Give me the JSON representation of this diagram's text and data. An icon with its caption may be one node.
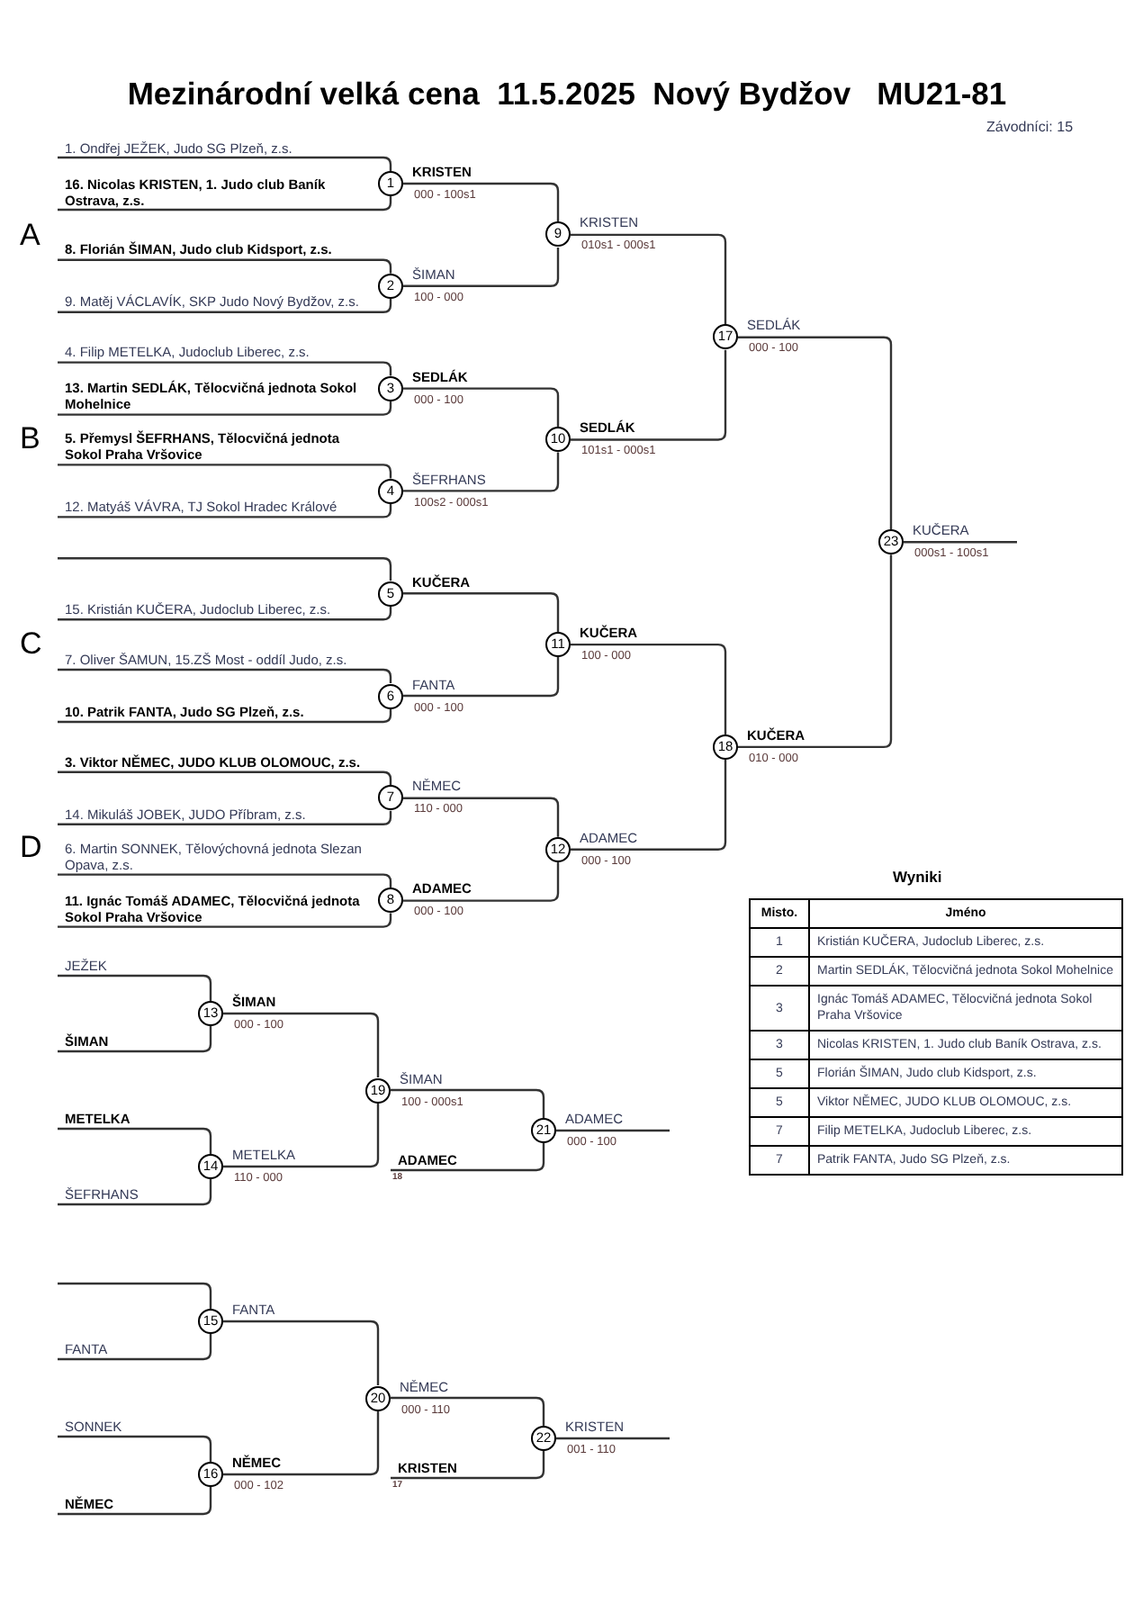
{
  "diagram": {
    "title": "Mezinárodní velká cena  11.5.2025  Nový Bydžov   MU21-81",
    "nodes": [
      {
        "text": [
          "1. Ondřej JEŽEK, Judo SG Plzeň, z.s."
        ]
      },
      {
        "text": [
          "16. Nicolas KRISTEN, 1. Judo club Baník Ostrava, z.s."
        ]
      },
      {
        "text": [
          "8. Florián ŠIMAN, Judo club Kidsport, z.s."
        ]
      },
      {
        "text": [
          "9. Matěj VÁCLAVÍK, SKP Judo Nový Bydžov, z.s."
        ]
      },
      {
        "text": [
          "4. Filip METELKA, Judoclub Liberec, z.s."
        ]
      },
      {
        "text": [
          "13. Martin SEDLÁK, Tělocvičná jednota Sokol Mohelnice"
        ]
      },
      {
        "text": [
          "5. Přemysl ŠEFRHANS, Tělocvičná jednota Sokol Praha Vršovice"
        ]
      },
      {
        "text": [
          "12. Matyáš VÁVRA, TJ Sokol Hradec Králové"
        ]
      },
      {
        "text": [
          "15. Kristián KUČERA, Judoclub Liberec, z.s."
        ]
      },
      {
        "text": [
          "7. Oliver ŠAMUN, 15.ZŠ Most - oddíl Judo, z.s."
        ]
      },
      {
        "text": [
          "10. Patrik FANTA, Judo SG Plzeň, z.s."
        ]
      },
      {
        "text": [
          "3. Viktor NĚMEC, JUDO KLUB OLOMOUC, z.s."
        ]
      },
      {
        "text": [
          "14. Mikuláš JOBEK, JUDO Příbram, z.s."
        ]
      },
      {
        "text": [
          "6. Martin SONNEK, Tělovýchovná jednota Slezan Opava, z.s."
        ]
      },
      {
        "text": [
          "11. Ignác Tomáš ADAMEC, Tělocvičná jednota Sokol Praha Vršovice"
        ]
      },
      {
        "text": [
          "1"
        ],
        "beside": [
          "KRISTEN",
          "000 - 100s1"
        ]
      },
      {
        "text": [
          "2"
        ],
        "beside": [
          "ŠIMAN",
          "100 - 000"
        ]
      },
      {
        "text": [
          "3"
        ],
        "beside": [
          "SEDLÁK",
          "000 - 100"
        ]
      },
      {
        "text": [
          "4"
        ],
        "beside": [
          "ŠEFRHANS",
          "100s2 - 000s1"
        ]
      },
      {
        "text": [
          "5"
        ],
        "beside": [
          "KUČERA"
        ]
      },
      {
        "text": [
          "6"
        ],
        "beside": [
          "FANTA",
          "000 - 100"
        ]
      },
      {
        "text": [
          "7"
        ],
        "beside": [
          "NĚMEC",
          "110 - 000"
        ]
      },
      {
        "text": [
          "8"
        ],
        "beside": [
          "ADAMEC",
          "000 - 100"
        ]
      },
      {
        "text": [
          "9"
        ],
        "beside": [
          "KRISTEN",
          "010s1 - 000s1"
        ]
      },
      {
        "text": [
          "10"
        ],
        "beside": [
          "SEDLÁK",
          "101s1 - 000s1"
        ]
      },
      {
        "text": [
          "11"
        ],
        "beside": [
          "KUČERA",
          "100 - 000"
        ]
      },
      {
        "text": [
          "12"
        ],
        "beside": [
          "ADAMEC",
          "000 - 100"
        ]
      },
      {
        "text": [
          "13"
        ],
        "beside": [
          "ŠIMAN",
          "000 - 100"
        ]
      },
      {
        "text": [
          "14"
        ],
        "beside": [
          "METELKA",
          "110 - 000"
        ]
      },
      {
        "text": [
          "15"
        ],
        "beside": [
          "FANTA"
        ]
      },
      {
        "text": [
          "16"
        ],
        "beside": [
          "NĚMEC",
          "000 - 102"
        ]
      },
      {
        "text": [
          "17"
        ],
        "beside": [
          "SEDLÁK",
          "000 - 100"
        ]
      },
      {
        "text": [
          "18"
        ],
        "beside": [
          "KUČERA",
          "010 - 000"
        ]
      },
      {
        "text": [
          "19"
        ],
        "beside": [
          "ŠIMAN",
          "100 - 000s1"
        ]
      },
      {
        "text": [
          "20"
        ],
        "beside": [
          "NĚMEC",
          "000 - 110"
        ]
      },
      {
        "text": [
          "21"
        ],
        "beside": [
          "ADAMEC",
          "000 - 100"
        ]
      },
      {
        "text": [
          "22"
        ],
        "beside": [
          "KRISTEN",
          "001 - 110"
        ]
      },
      {
        "text": [
          "23"
        ],
        "beside": [
          "KUČERA",
          "000s1 - 100s1"
        ]
      },
      {
        "text": [
          "JEŽEK"
        ]
      },
      {
        "text": [
          "ŠIMAN"
        ]
      },
      {
        "text": [
          "METELKA"
        ]
      },
      {
        "text": [
          "ŠEFRHANS"
        ]
      },
      {
        "text": [
          "ADAMEC"
        ],
        "beside": [
          "18"
        ]
      },
      {
        "text": [
          "FANTA"
        ]
      },
      {
        "text": [
          "SONNEK"
        ]
      },
      {
        "text": [
          "NĚMEC"
        ]
      },
      {
        "text": [
          "KRISTEN"
        ],
        "beside": [
          "17"
        ]
      }
    ],
    "edges": [
      {
        "from": 0,
        "to": 15,
        "arrow": "none"
      },
      {
        "from": 1,
        "to": 15,
        "arrow": "none"
      },
      {
        "from": 2,
        "to": 16,
        "arrow": "none"
      },
      {
        "from": 3,
        "to": 16,
        "arrow": "none"
      },
      {
        "from": 4,
        "to": 17,
        "arrow": "none"
      },
      {
        "from": 5,
        "to": 17,
        "arrow": "none"
      },
      {
        "from": 6,
        "to": 18,
        "arrow": "none"
      },
      {
        "from": 7,
        "to": 18,
        "arrow": "none"
      },
      {
        "from": null,
        "to": 19,
        "arrow": "none"
      },
      {
        "from": 8,
        "to": 19,
        "arrow": "none"
      },
      {
        "from": 9,
        "to": 20,
        "arrow": "none"
      },
      {
        "from": 10,
        "to": 20,
        "arrow": "none"
      },
      {
        "from": 11,
        "to": 21,
        "arrow": "none"
      },
      {
        "from": 12,
        "to": 21,
        "arrow": "none"
      },
      {
        "from": 13,
        "to": 22,
        "arrow": "none"
      },
      {
        "from": 14,
        "to": 22,
        "arrow": "none"
      },
      {
        "from": 15,
        "to": 23,
        "arrow": "none"
      },
      {
        "from": 16,
        "to": 23,
        "arrow": "none"
      },
      {
        "from": 17,
        "to": 24,
        "arrow": "none"
      },
      {
        "from": 18,
        "to": 24,
        "arrow": "none"
      },
      {
        "from": 19,
        "to": 25,
        "arrow": "none"
      },
      {
        "from": 20,
        "to": 25,
        "arrow": "none"
      },
      {
        "from": 21,
        "to": 26,
        "arrow": "none"
      },
      {
        "from": 22,
        "to": 26,
        "arrow": "none"
      },
      {
        "from": 23,
        "to": 31,
        "arrow": "none"
      },
      {
        "from": 24,
        "to": 31,
        "arrow": "none"
      },
      {
        "from": 25,
        "to": 32,
        "arrow": "none"
      },
      {
        "from": 26,
        "to": 32,
        "arrow": "none"
      },
      {
        "from": 31,
        "to": 37,
        "arrow": "none"
      },
      {
        "from": 32,
        "to": 37,
        "arrow": "none"
      },
      {
        "from": 37,
        "to": null,
        "arrow": "none"
      },
      {
        "from": 38,
        "to": 27,
        "arrow": "none"
      },
      {
        "from": 39,
        "to": 27,
        "arrow": "none"
      },
      {
        "from": 40,
        "to": 28,
        "arrow": "none"
      },
      {
        "from": 41,
        "to": 28,
        "arrow": "none"
      },
      {
        "from": 27,
        "to": 33,
        "arrow": "none"
      },
      {
        "from": 28,
        "to": 33,
        "arrow": "none"
      },
      {
        "from": 33,
        "to": 35,
        "arrow": "none"
      },
      {
        "from": 42,
        "to": 35,
        "arrow": "none"
      },
      {
        "from": 35,
        "to": null,
        "arrow": "none"
      },
      {
        "from": null,
        "to": 29,
        "arrow": "none"
      },
      {
        "from": 43,
        "to": 29,
        "arrow": "none"
      },
      {
        "from": 44,
        "to": 30,
        "arrow": "none"
      },
      {
        "from": 45,
        "to": 30,
        "arrow": "none"
      },
      {
        "from": 29,
        "to": 34,
        "arrow": "none"
      },
      {
        "from": 30,
        "to": 34,
        "arrow": "none"
      },
      {
        "from": 34,
        "to": 36,
        "arrow": "none"
      },
      {
        "from": 46,
        "to": 36,
        "arrow": "none"
      },
      {
        "from": 36,
        "to": null,
        "arrow": "none"
      }
    ],
    "labels": [
      "Závodníci: 15",
      "A",
      "B",
      "C",
      "D",
      "Wyniki",
      "Misto.",
      "Jméno",
      "1",
      "Kristián KUČERA, Judoclub Liberec, z.s.",
      "2",
      "Martin SEDLÁK, Tělocvičná jednota Sokol Mohelnice",
      "3",
      "Ignác Tomáš ADAMEC, Tělocvičná jednota Sokol Praha Vršovice",
      "3",
      "Nicolas KRISTEN, 1. Judo club Baník Ostrava, z.s.",
      "5",
      "Florián ŠIMAN, Judo club Kidsport, z.s.",
      "5",
      "Viktor NĚMEC, JUDO KLUB OLOMOUC, z.s.",
      "7",
      "Filip METELKA, Judoclub Liberec, z.s.",
      "7",
      "Patrik FANTA, Judo SG Plzeň, z.s."
    ]
  }
}
